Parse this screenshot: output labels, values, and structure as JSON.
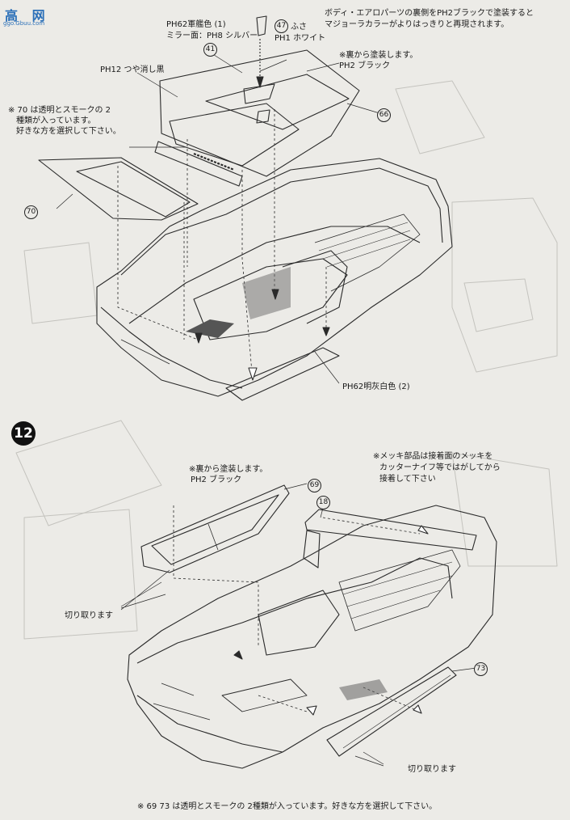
{
  "watermark": {
    "big": "高  网",
    "small": "ggo.Gbuu.com"
  },
  "top_note": {
    "line1": "ボディ・エアロパーツの裏側をPH2ブラックで塗装すると",
    "line2": "マジョーラカラーがよりはっきりと再現されます。"
  },
  "labels": {
    "ph62_body": "PH62軍艦色 (1)",
    "mirror": "ミラー面：PH8 シルバー",
    "lid": "ふさ",
    "ph1_white": "PH1 ホワイト",
    "back_paint_1": "※裏から塗装します。",
    "ph2_black_1": "PH2 ブラック",
    "matte_black": "PH12 つや消し黒",
    "note_70_l1": "※ 70 は透明とスモークの 2",
    "note_70_l2": "種類が入っています。",
    "note_70_l3": "好きな方を選択して下さい。",
    "ph62_light": "PH62明灰白色 (2)",
    "back_paint_2": "※裏から塗装します。",
    "ph2_black_2": "PH2 ブラック",
    "plating_l1": "※メッキ部品は接着面のメッキを",
    "plating_l2": "カッターナイフ等ではがしてから",
    "plating_l3": "接着して下さい",
    "cut_off_1": "切り取ります",
    "cut_off_2": "切り取ります",
    "bottom_note": "※ 69 73 は透明とスモークの 2種類が入っています。好きな方を選択して下さい。"
  },
  "part_numbers": {
    "p47": "47",
    "p41": "41",
    "p66": "66",
    "p70": "70",
    "p69": "69",
    "p18": "18",
    "p73": "73"
  },
  "step_number": "12"
}
